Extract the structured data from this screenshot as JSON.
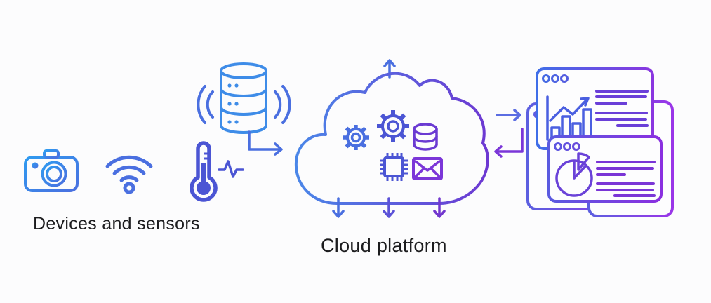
{
  "diagram": {
    "title": "IoT cloud architecture diagram",
    "sections": {
      "devices": {
        "label": "Devices and sensors",
        "icons": [
          "camera-icon",
          "wifi-icon",
          "thermometer-icon",
          "pulse-icon"
        ]
      },
      "ingestion": {
        "icons": [
          "database-stack-icon",
          "signal-waves-icon"
        ],
        "arrows": [
          "elbow-arrow-to-cloud"
        ]
      },
      "cloud": {
        "label": "Cloud platform",
        "icons": [
          "gear-icon",
          "gear-icon-large",
          "database-icon",
          "cpu-chip-icon",
          "mail-icon"
        ],
        "arrows": [
          "arrow-up-from-cloud",
          "arrow-down-1",
          "arrow-down-2",
          "arrow-down-3"
        ]
      },
      "dashboards": {
        "icons": [
          "browser-window-bar-chart-icon",
          "browser-window-pie-chart-icon",
          "browser-window-background-icon"
        ],
        "arrows": [
          "arrow-to-dashboards",
          "arrow-return-to-cloud"
        ]
      }
    }
  },
  "colors": {
    "bg": "#fcfcfd",
    "surface": "#fdfdfe",
    "ink": "#1c1c1e",
    "sky": "#2f9bf0",
    "blue": "#3e8ce8",
    "royal": "#4a6fe0",
    "indigo": "#4b55d4",
    "violet": "#6a3ad2",
    "purple": "#7b36d8",
    "magenta_purple": "#8a32e0"
  }
}
